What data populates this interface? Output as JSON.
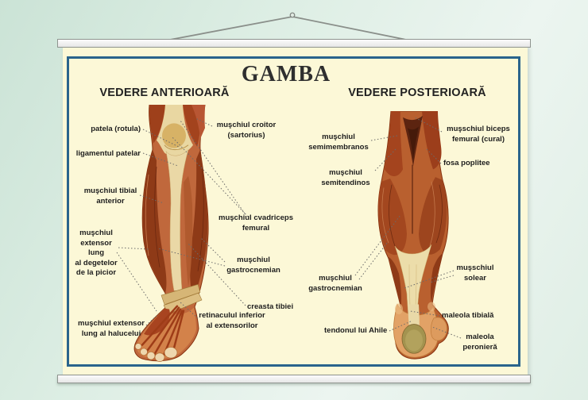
{
  "poster": {
    "title": "GAMBA",
    "anterior": {
      "heading": "VEDERE ANTERIOARĂ",
      "labels": [
        {
          "name": "patela",
          "text": "patela (rotula)"
        },
        {
          "name": "ligamentul-patelar",
          "text": "ligamentul patelar"
        },
        {
          "name": "tibial-anterior",
          "text": "muşchiul tibial\nanterior"
        },
        {
          "name": "extensor-lung-degete",
          "text": "muşchiul\nextensor\nlung\nal degetelor\nde la picior"
        },
        {
          "name": "extensor-lung-haluce",
          "text": "muşchiul extensor\nlung al halucelui"
        },
        {
          "name": "croitor",
          "text": "muşchiul croitor\n(sartorius)"
        },
        {
          "name": "cvadriceps",
          "text": "muşchiul cvadriceps\nfemural"
        },
        {
          "name": "gastrocnemian",
          "text": "muşchiul\ngastrocnemian"
        },
        {
          "name": "creasta-tibiei",
          "text": "creasta tibiei"
        },
        {
          "name": "retinacul",
          "text": "retinaculul inferior\nal extensorilor"
        }
      ]
    },
    "posterior": {
      "heading": "VEDERE POSTERIOARĂ",
      "labels": [
        {
          "name": "semimembranos",
          "text": "muşchiul\nsemimembranos"
        },
        {
          "name": "semitendinos",
          "text": "muşchiul\nsemitendinos"
        },
        {
          "name": "gastrocnemian-posterior",
          "text": "muşchiul\ngastrocnemian"
        },
        {
          "name": "tendonul-ahile",
          "text": "tendonul lui Ahile"
        },
        {
          "name": "biceps-femural",
          "text": "muşschiul biceps\nfemural (cural)"
        },
        {
          "name": "fosa-poplitee",
          "text": "fosa poplitee"
        },
        {
          "name": "solear",
          "text": "muşschiul\nsolear"
        },
        {
          "name": "maleola-tibiala",
          "text": "maleola tibială"
        },
        {
          "name": "maleola-peroniera",
          "text": "maleola\nperonieră"
        }
      ]
    },
    "colors": {
      "paper": "#fcf8d7",
      "frame_blue": "#2a648c",
      "wall_green": "#d8eadf",
      "rail_white": "#f2f2f2",
      "muscle_dark": "#8e3a17",
      "muscle_mid": "#b9602f",
      "tendon_cream": "#ead8a6",
      "skin": "#e2a266",
      "heel_pad": "#a3934f"
    }
  }
}
